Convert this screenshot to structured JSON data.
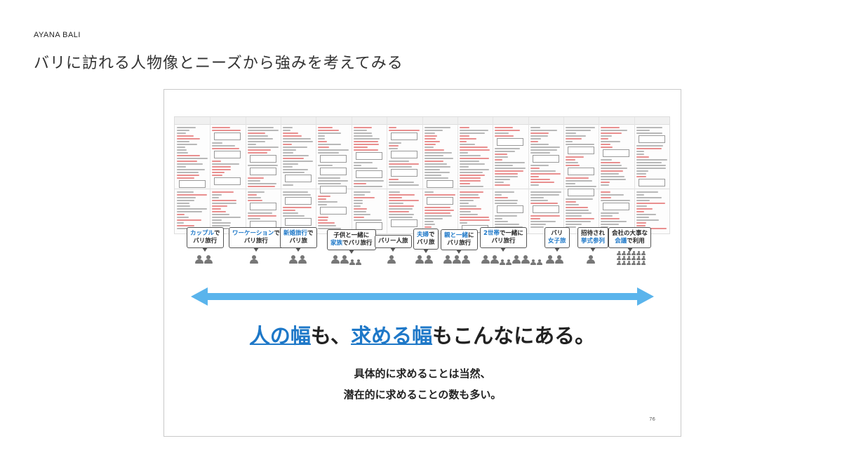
{
  "header": {
    "brand": "AYANA BALI",
    "title": "バリに訪れる人物像とニーズから強みを考えてみる"
  },
  "slide": {
    "callouts": [
      {
        "parts": [
          {
            "t": "カップル",
            "c": "blue"
          },
          {
            "t": "で",
            "c": ""
          },
          {
            "t": "\nバリ旅行",
            "c": ""
          }
        ]
      },
      {
        "parts": [
          {
            "t": "ワーケーション",
            "c": "blue"
          },
          {
            "t": "で",
            "c": ""
          },
          {
            "t": "\nバリ旅行",
            "c": ""
          }
        ]
      },
      {
        "parts": [
          {
            "t": "新婚旅行",
            "c": "blue"
          },
          {
            "t": "で",
            "c": ""
          },
          {
            "t": "\nバリ旅",
            "c": ""
          }
        ]
      },
      {
        "parts": [
          {
            "t": "子供と一緒に",
            "c": ""
          },
          {
            "t": "\n家族",
            "c": "blue"
          },
          {
            "t": "でバリ旅行",
            "c": ""
          }
        ]
      },
      {
        "parts": [
          {
            "t": "バリー人旅",
            "c": ""
          }
        ]
      },
      {
        "parts": [
          {
            "t": "夫婦",
            "c": "blue"
          },
          {
            "t": "で",
            "c": ""
          },
          {
            "t": "\nバリ旅",
            "c": ""
          }
        ]
      },
      {
        "parts": [
          {
            "t": "親と一緒",
            "c": "blue"
          },
          {
            "t": "に",
            "c": ""
          },
          {
            "t": "\nバリ旅行",
            "c": ""
          }
        ]
      },
      {
        "parts": [
          {
            "t": "2世帯",
            "c": "blue"
          },
          {
            "t": "で一緒に",
            "c": ""
          },
          {
            "t": "\nバリ旅行",
            "c": ""
          }
        ]
      },
      {
        "parts": [
          {
            "t": "バリ",
            "c": ""
          },
          {
            "t": "\n女子旅",
            "c": "blue"
          }
        ]
      },
      {
        "parts": [
          {
            "t": "招待され",
            "c": ""
          },
          {
            "t": "\n挙式参列",
            "c": "blue"
          }
        ]
      },
      {
        "parts": [
          {
            "t": "会社の大事な",
            "c": ""
          },
          {
            "t": "\n会議",
            "c": "blue"
          },
          {
            "t": "で利用",
            "c": ""
          }
        ]
      }
    ],
    "headline": {
      "part1": "人の幅",
      "part2": "も、",
      "part3": "求める幅",
      "part4": "もこんなにある。"
    },
    "subline1": "具体的に求めることは当然、",
    "subline2": "潜在的に求めることの数も多い。",
    "page_number": "76"
  },
  "colors": {
    "accent_blue": "#1e78c8",
    "arrow": "#5ab4ec",
    "person": "#777777",
    "red_text": "#e06060"
  }
}
